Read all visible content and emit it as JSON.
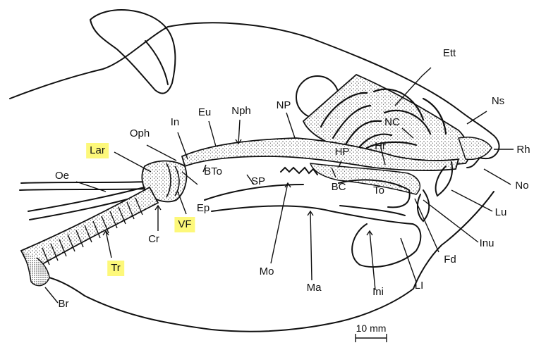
{
  "highlight_color": "#fdf87a",
  "labels": {
    "ett": "Ett",
    "ns": "Ns",
    "nc": "NC",
    "np": "NP",
    "nph": "Nph",
    "eu": "Eu",
    "in": "In",
    "oph": "Oph",
    "lar": "Lar",
    "oe": "Oe",
    "hp": "HP",
    "hr": "Hr",
    "rh": "Rh",
    "no": "No",
    "bto": "BTo",
    "sp": "SP",
    "bc": "BC",
    "to": "To",
    "ep": "Ep",
    "vf": "VF",
    "cr": "Cr",
    "tr": "Tr",
    "lu": "Lu",
    "inu": "Inu",
    "fd": "Fd",
    "mo": "Mo",
    "ma": "Ma",
    "ini": "Ini",
    "li": "LI",
    "br": "Br"
  },
  "scale_bar": {
    "label": "10 mm"
  }
}
